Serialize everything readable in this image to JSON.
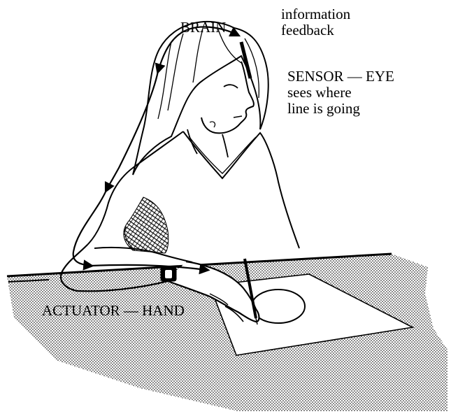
{
  "labels": {
    "brain": "BRAIN",
    "info_line1": "information",
    "info_line2": "feedback",
    "sensor_line1": "SENSOR — EYE",
    "sensor_line2": "sees where",
    "sensor_line3": "line is going",
    "actuator": "ACTUATOR — HAND"
  },
  "colors": {
    "ink": "#000000",
    "paper": "#ffffff"
  }
}
